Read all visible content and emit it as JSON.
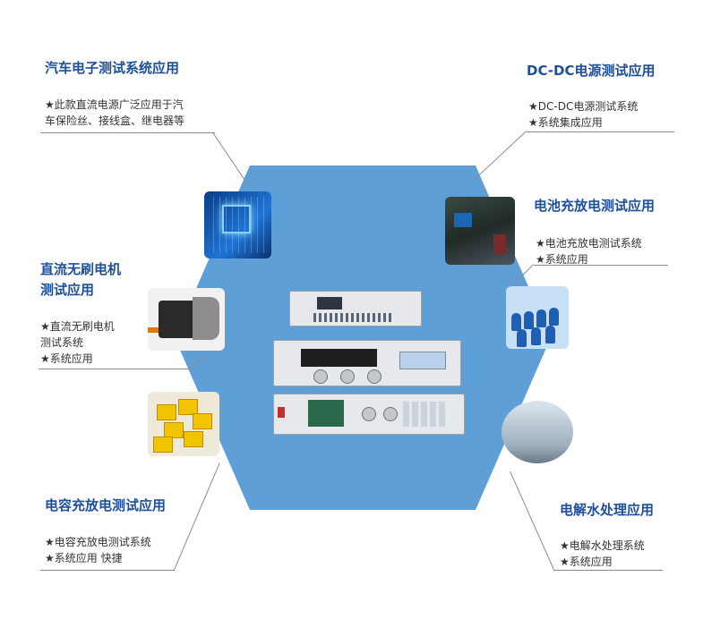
{
  "cards": [
    {
      "title": "汽车电子测试系统应用",
      "lines": [
        "★此款直流电源广泛应用于汽",
        "车保险丝、接线盒、继电器等"
      ],
      "icon": "pcb-chip-icon"
    },
    {
      "title": "DC-DC电源测试应用",
      "lines": [
        "★DC-DC电源测试系统",
        "★系统集成应用"
      ],
      "icon": "circuit-board-icon"
    },
    {
      "title": "电池充放电测试应用",
      "lines": [
        "★电池充放电测试系统",
        "★系统应用"
      ],
      "icon": "battery-cells-icon"
    },
    {
      "title": "直流无刷电机",
      "title2": "测试应用",
      "lines": [
        "★直流无刷电机",
        "测试系统",
        "★系统应用"
      ],
      "icon": "motor-icon"
    },
    {
      "title": "电容充放电测试应用",
      "lines": [
        "★电容充放电测试系统",
        "★系统应用 快捷"
      ],
      "icon": "capacitor-icon"
    },
    {
      "title": "电解水处理应用",
      "lines": [
        "★电解水处理系统",
        "★系统应用"
      ],
      "icon": "water-treatment-icon"
    }
  ],
  "colors": {
    "accent": "#1e4f9c",
    "hexagon": "#5e9fd8",
    "line": "#8a8a8a"
  }
}
